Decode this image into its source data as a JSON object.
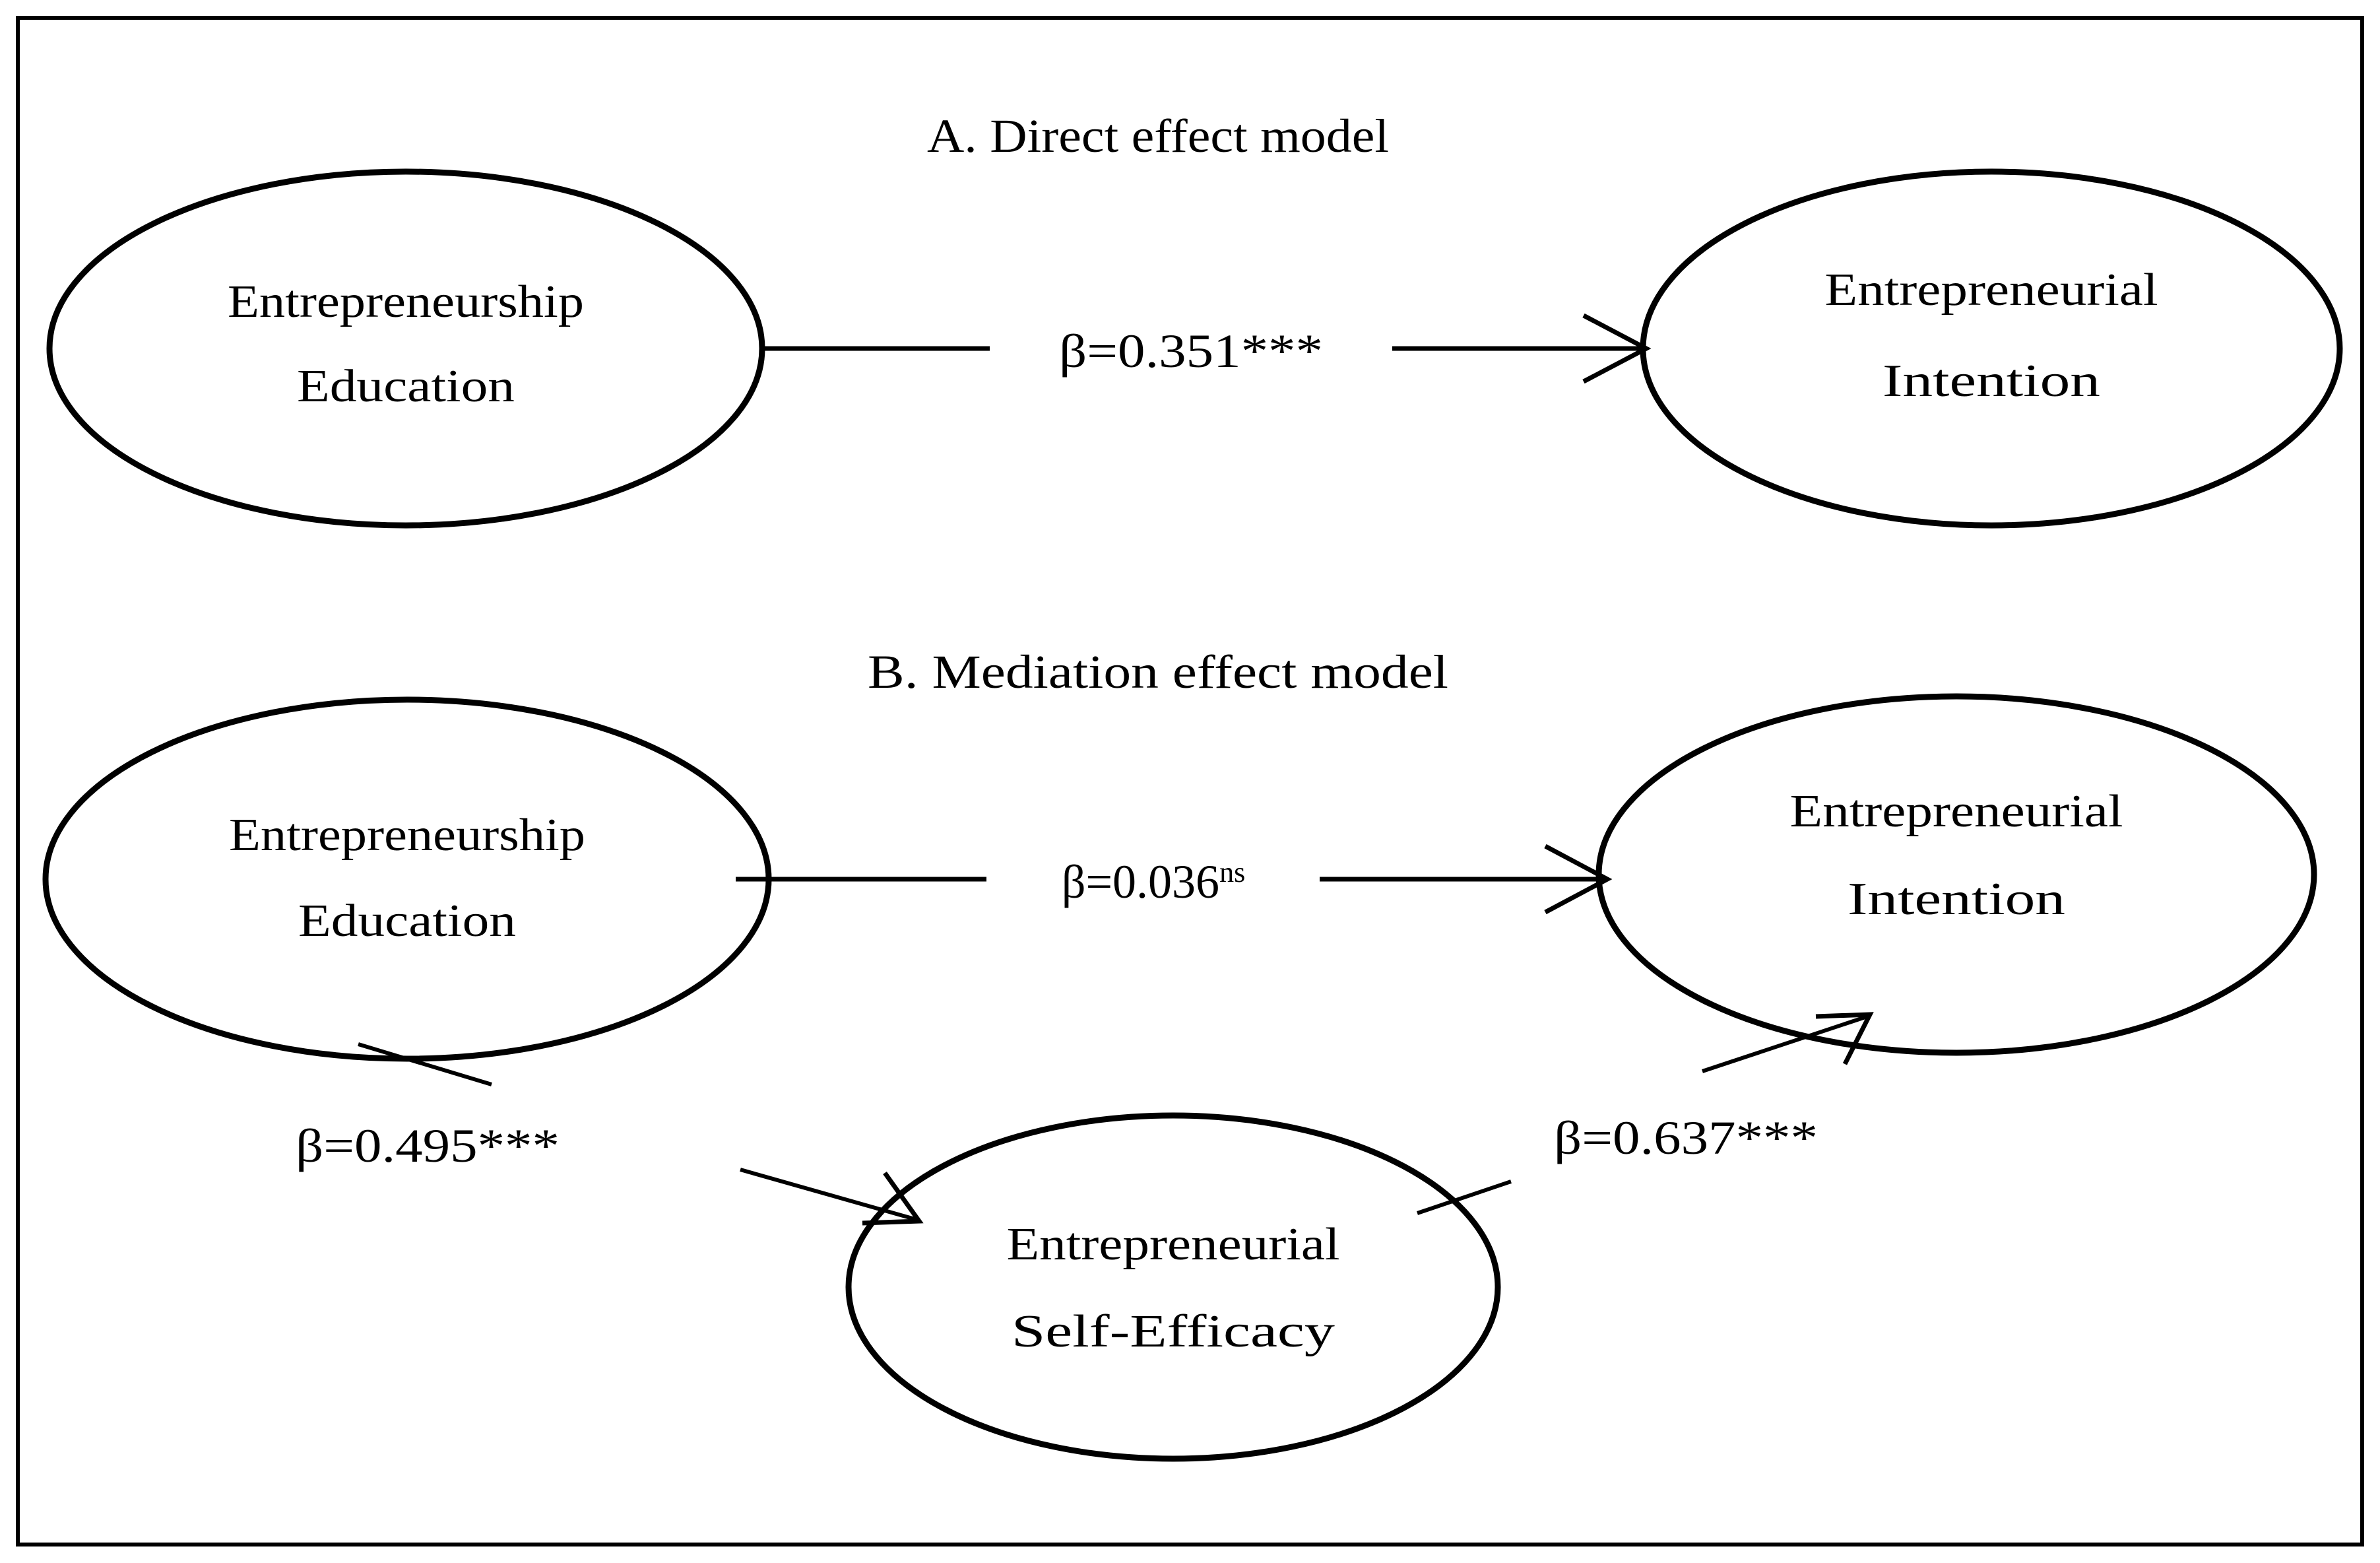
{
  "figure": {
    "border_color": "#000000",
    "background_color": "#ffffff",
    "text_color": "#000000"
  },
  "panels": [
    {
      "id": "panel-a",
      "title": "A. Direct effect model",
      "nodes": [
        {
          "id": "ee-a",
          "line1": "Entrepreneurship",
          "line2": "Education"
        },
        {
          "id": "ei-a",
          "line1": "Entrepreneurial",
          "line2": "Intention"
        }
      ],
      "edges": [
        {
          "id": "edge-a-ee-ei",
          "from": "ee-a",
          "to": "ei-a",
          "coefficient": "β=0.351",
          "significance": "***",
          "significance_is_superscript": false,
          "label": "β=0.351***"
        }
      ]
    },
    {
      "id": "panel-b",
      "title": "B. Mediation effect model",
      "nodes": [
        {
          "id": "ee-b",
          "line1": "Entrepreneurship",
          "line2": "Education"
        },
        {
          "id": "ei-b",
          "line1": "Entrepreneurial",
          "line2": "Intention"
        },
        {
          "id": "ese-b",
          "line1": "Entrepreneurial",
          "line2": "Self-Efficacy"
        }
      ],
      "edges": [
        {
          "id": "edge-b-ee-ei",
          "from": "ee-b",
          "to": "ei-b",
          "coefficient": "β=0.036",
          "significance": "ns",
          "significance_is_superscript": true,
          "label": "β=0.036ns"
        },
        {
          "id": "edge-b-ee-ese",
          "from": "ee-b",
          "to": "ese-b",
          "coefficient": "β=0.495",
          "significance": "***",
          "significance_is_superscript": false,
          "label": "β=0.495***"
        },
        {
          "id": "edge-b-ese-ei",
          "from": "ese-b",
          "to": "ei-b",
          "coefficient": "β=0.637",
          "significance": "***",
          "significance_is_superscript": false,
          "label": "β=0.637***"
        }
      ]
    }
  ],
  "chart_data": {
    "type": "diagram",
    "title": "",
    "subtitle": "",
    "diagram_kind": "path-model",
    "panels": [
      {
        "label": "A",
        "title": "A. Direct effect model",
        "paths": [
          {
            "from": "Entrepreneurship Education",
            "to": "Entrepreneurial Intention",
            "beta": 0.351,
            "significance": "***"
          }
        ]
      },
      {
        "label": "B",
        "title": "B. Mediation effect model",
        "paths": [
          {
            "from": "Entrepreneurship Education",
            "to": "Entrepreneurial Intention",
            "beta": 0.036,
            "significance": "ns"
          },
          {
            "from": "Entrepreneurship Education",
            "to": "Entrepreneurial Self-Efficacy",
            "beta": 0.495,
            "significance": "***"
          },
          {
            "from": "Entrepreneurial Self-Efficacy",
            "to": "Entrepreneurial Intention",
            "beta": 0.637,
            "significance": "***"
          }
        ]
      }
    ]
  }
}
